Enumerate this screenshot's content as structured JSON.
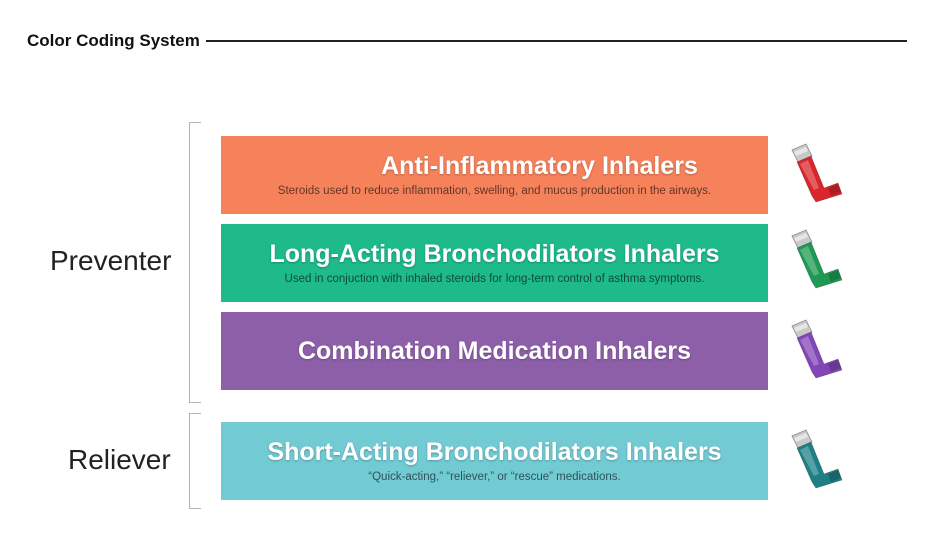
{
  "header": {
    "title": "Color Coding System"
  },
  "groups": {
    "preventer": {
      "label": "Preventer"
    },
    "reliever": {
      "label": "Reliever"
    }
  },
  "bands": [
    {
      "title": "Anti-Inflammatory Inhalers",
      "description": "Steroids used to reduce inflammation, swelling, and mucus production in the airways.",
      "color": "#f5825b",
      "inhaler_color": "#d9262b",
      "icon": "inhaler-icon"
    },
    {
      "title": "Long-Acting Bronchodilators Inhalers",
      "description": "Used in conjuction with inhaled steroids for long-term control of asthma symptoms.",
      "color": "#1eba8a",
      "inhaler_color": "#1e9a55",
      "icon": "inhaler-icon"
    },
    {
      "title": "Combination Medication Inhalers",
      "description": "",
      "color": "#8e5fa9",
      "inhaler_color": "#8246b8",
      "icon": "inhaler-icon"
    },
    {
      "title": "Short-Acting Bronchodilators Inhalers",
      "description": "“Quick-acting,” “reliever,” or “rescue” medications.",
      "color": "#72cad3",
      "inhaler_color": "#1e7f87",
      "icon": "inhaler-icon"
    }
  ]
}
